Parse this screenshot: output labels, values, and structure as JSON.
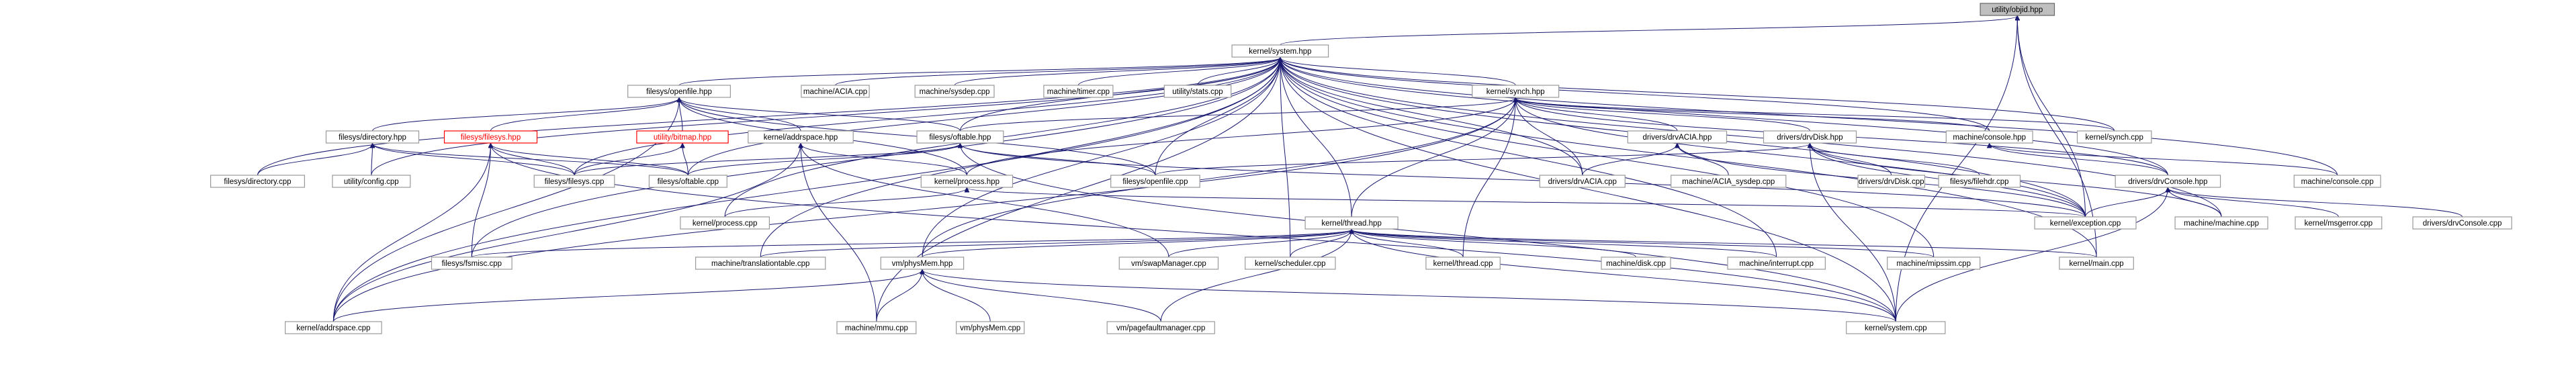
{
  "title": "utility/objid.hpp",
  "colors": {
    "edge": "#191970",
    "root_fill": "#bfbfbf",
    "border": "#999999",
    "red": "#ff0000"
  },
  "nodes": [
    {
      "id": "n0",
      "label": "utility/objid.hpp",
      "kind": "root"
    },
    {
      "id": "n1",
      "label": "kernel/system.hpp"
    },
    {
      "id": "n2",
      "label": "filesys/openfile.hpp"
    },
    {
      "id": "n3",
      "label": "machine/ACIA.cpp"
    },
    {
      "id": "n4",
      "label": "machine/sysdep.cpp"
    },
    {
      "id": "n5",
      "label": "machine/timer.cpp"
    },
    {
      "id": "n6",
      "label": "utility/stats.cpp"
    },
    {
      "id": "n7",
      "label": "kernel/synch.hpp"
    },
    {
      "id": "n8",
      "label": "filesys/directory.hpp"
    },
    {
      "id": "n9",
      "label": "filesys/filesys.hpp",
      "kind": "red"
    },
    {
      "id": "n10",
      "label": "utility/bitmap.hpp",
      "kind": "red"
    },
    {
      "id": "n11",
      "label": "kernel/addrspace.hpp"
    },
    {
      "id": "n12",
      "label": "filesys/oftable.hpp"
    },
    {
      "id": "n13",
      "label": "drivers/drvACIA.hpp"
    },
    {
      "id": "n14",
      "label": "drivers/drvDisk.hpp"
    },
    {
      "id": "n15",
      "label": "machine/console.hpp"
    },
    {
      "id": "n16",
      "label": "kernel/synch.cpp"
    },
    {
      "id": "n17",
      "label": "filesys/directory.cpp"
    },
    {
      "id": "n18",
      "label": "utility/config.cpp"
    },
    {
      "id": "n19",
      "label": "filesys/filesys.cpp"
    },
    {
      "id": "n20",
      "label": "filesys/oftable.cpp"
    },
    {
      "id": "n21",
      "label": "kernel/process.hpp"
    },
    {
      "id": "n22",
      "label": "filesys/openfile.cpp"
    },
    {
      "id": "n23",
      "label": "drivers/drvACIA.cpp"
    },
    {
      "id": "n24",
      "label": "machine/ACIA_sysdep.cpp"
    },
    {
      "id": "n25",
      "label": "drivers/drvDisk.cpp"
    },
    {
      "id": "n26",
      "label": "filesys/filehdr.cpp"
    },
    {
      "id": "n27",
      "label": "drivers/drvConsole.hpp"
    },
    {
      "id": "n28",
      "label": "machine/console.cpp"
    },
    {
      "id": "n29",
      "label": "kernel/process.cpp"
    },
    {
      "id": "n30",
      "label": "kernel/thread.hpp"
    },
    {
      "id": "n31",
      "label": "kernel/exception.cpp"
    },
    {
      "id": "n32",
      "label": "machine/machine.cpp"
    },
    {
      "id": "n33",
      "label": "kernel/msgerror.cpp"
    },
    {
      "id": "n34",
      "label": "drivers/drvConsole.cpp"
    },
    {
      "id": "n35",
      "label": "filesys/fsmisc.cpp"
    },
    {
      "id": "n36",
      "label": "machine/translationtable.cpp"
    },
    {
      "id": "n37",
      "label": "vm/physMem.hpp"
    },
    {
      "id": "n38",
      "label": "vm/swapManager.cpp"
    },
    {
      "id": "n39",
      "label": "kernel/scheduler.cpp"
    },
    {
      "id": "n40",
      "label": "kernel/thread.cpp"
    },
    {
      "id": "n41",
      "label": "machine/disk.cpp"
    },
    {
      "id": "n42",
      "label": "machine/interrupt.cpp"
    },
    {
      "id": "n43",
      "label": "machine/mipssim.cpp"
    },
    {
      "id": "n44",
      "label": "kernel/main.cpp"
    },
    {
      "id": "n45",
      "label": "kernel/addrspace.cpp"
    },
    {
      "id": "n46",
      "label": "machine/mmu.cpp"
    },
    {
      "id": "n47",
      "label": "vm/physMem.cpp"
    },
    {
      "id": "n48",
      "label": "vm/pagefaultmanager.cpp"
    },
    {
      "id": "n49",
      "label": "kernel/system.cpp"
    }
  ],
  "edges": [
    [
      "n0",
      "n1"
    ],
    [
      "n0",
      "n44"
    ],
    [
      "n0",
      "n49"
    ],
    [
      "n0",
      "n31"
    ],
    [
      "n1",
      "n2"
    ],
    [
      "n1",
      "n3"
    ],
    [
      "n1",
      "n4"
    ],
    [
      "n1",
      "n5"
    ],
    [
      "n1",
      "n6"
    ],
    [
      "n1",
      "n7"
    ],
    [
      "n1",
      "n12"
    ],
    [
      "n1",
      "n17"
    ],
    [
      "n1",
      "n18"
    ],
    [
      "n1",
      "n19"
    ],
    [
      "n1",
      "n20"
    ],
    [
      "n1",
      "n22"
    ],
    [
      "n1",
      "n23"
    ],
    [
      "n1",
      "n16"
    ],
    [
      "n1",
      "n15"
    ],
    [
      "n1",
      "n27"
    ],
    [
      "n1",
      "n28"
    ],
    [
      "n1",
      "n29"
    ],
    [
      "n1",
      "n30"
    ],
    [
      "n1",
      "n31"
    ],
    [
      "n1",
      "n32"
    ],
    [
      "n1",
      "n35"
    ],
    [
      "n1",
      "n36"
    ],
    [
      "n1",
      "n37"
    ],
    [
      "n1",
      "n39"
    ],
    [
      "n1",
      "n42"
    ],
    [
      "n1",
      "n43"
    ],
    [
      "n1",
      "n44"
    ],
    [
      "n1",
      "n45"
    ],
    [
      "n1",
      "n46"
    ],
    [
      "n1",
      "n49"
    ],
    [
      "n2",
      "n8"
    ],
    [
      "n2",
      "n9"
    ],
    [
      "n2",
      "n10"
    ],
    [
      "n2",
      "n11"
    ],
    [
      "n2",
      "n12"
    ],
    [
      "n2",
      "n22"
    ],
    [
      "n2",
      "n21"
    ],
    [
      "n2",
      "n45"
    ],
    [
      "n7",
      "n12"
    ],
    [
      "n7",
      "n13"
    ],
    [
      "n7",
      "n14"
    ],
    [
      "n7",
      "n15"
    ],
    [
      "n7",
      "n16"
    ],
    [
      "n7",
      "n21"
    ],
    [
      "n7",
      "n23"
    ],
    [
      "n7",
      "n27"
    ],
    [
      "n7",
      "n30"
    ],
    [
      "n7",
      "n37"
    ],
    [
      "n7",
      "n40"
    ],
    [
      "n7",
      "n45"
    ],
    [
      "n7",
      "n31"
    ],
    [
      "n8",
      "n17"
    ],
    [
      "n8",
      "n18"
    ],
    [
      "n8",
      "n19"
    ],
    [
      "n8",
      "n20"
    ],
    [
      "n9",
      "n19"
    ],
    [
      "n9",
      "n20"
    ],
    [
      "n9",
      "n35"
    ],
    [
      "n9",
      "n45"
    ],
    [
      "n9",
      "n49"
    ],
    [
      "n10",
      "n19"
    ],
    [
      "n10",
      "n20"
    ],
    [
      "n11",
      "n21"
    ],
    [
      "n11",
      "n45"
    ],
    [
      "n11",
      "n46"
    ],
    [
      "n11",
      "n38"
    ],
    [
      "n12",
      "n19"
    ],
    [
      "n12",
      "n20"
    ],
    [
      "n12",
      "n22"
    ],
    [
      "n12",
      "n31"
    ],
    [
      "n12",
      "n49"
    ],
    [
      "n13",
      "n23"
    ],
    [
      "n13",
      "n24"
    ],
    [
      "n13",
      "n31"
    ],
    [
      "n14",
      "n25"
    ],
    [
      "n14",
      "n26"
    ],
    [
      "n14",
      "n22"
    ],
    [
      "n14",
      "n31"
    ],
    [
      "n14",
      "n32"
    ],
    [
      "n14",
      "n49"
    ],
    [
      "n15",
      "n27"
    ],
    [
      "n15",
      "n28"
    ],
    [
      "n21",
      "n29"
    ],
    [
      "n21",
      "n31"
    ],
    [
      "n27",
      "n31"
    ],
    [
      "n27",
      "n32"
    ],
    [
      "n27",
      "n33"
    ],
    [
      "n27",
      "n34"
    ],
    [
      "n27",
      "n49"
    ],
    [
      "n30",
      "n35"
    ],
    [
      "n30",
      "n36"
    ],
    [
      "n30",
      "n37"
    ],
    [
      "n30",
      "n38"
    ],
    [
      "n30",
      "n39"
    ],
    [
      "n30",
      "n40"
    ],
    [
      "n30",
      "n41"
    ],
    [
      "n30",
      "n42"
    ],
    [
      "n30",
      "n43"
    ],
    [
      "n30",
      "n44"
    ],
    [
      "n30",
      "n48"
    ],
    [
      "n30",
      "n49"
    ],
    [
      "n37",
      "n45"
    ],
    [
      "n37",
      "n46"
    ],
    [
      "n37",
      "n47"
    ],
    [
      "n37",
      "n48"
    ],
    [
      "n37",
      "n49"
    ]
  ]
}
